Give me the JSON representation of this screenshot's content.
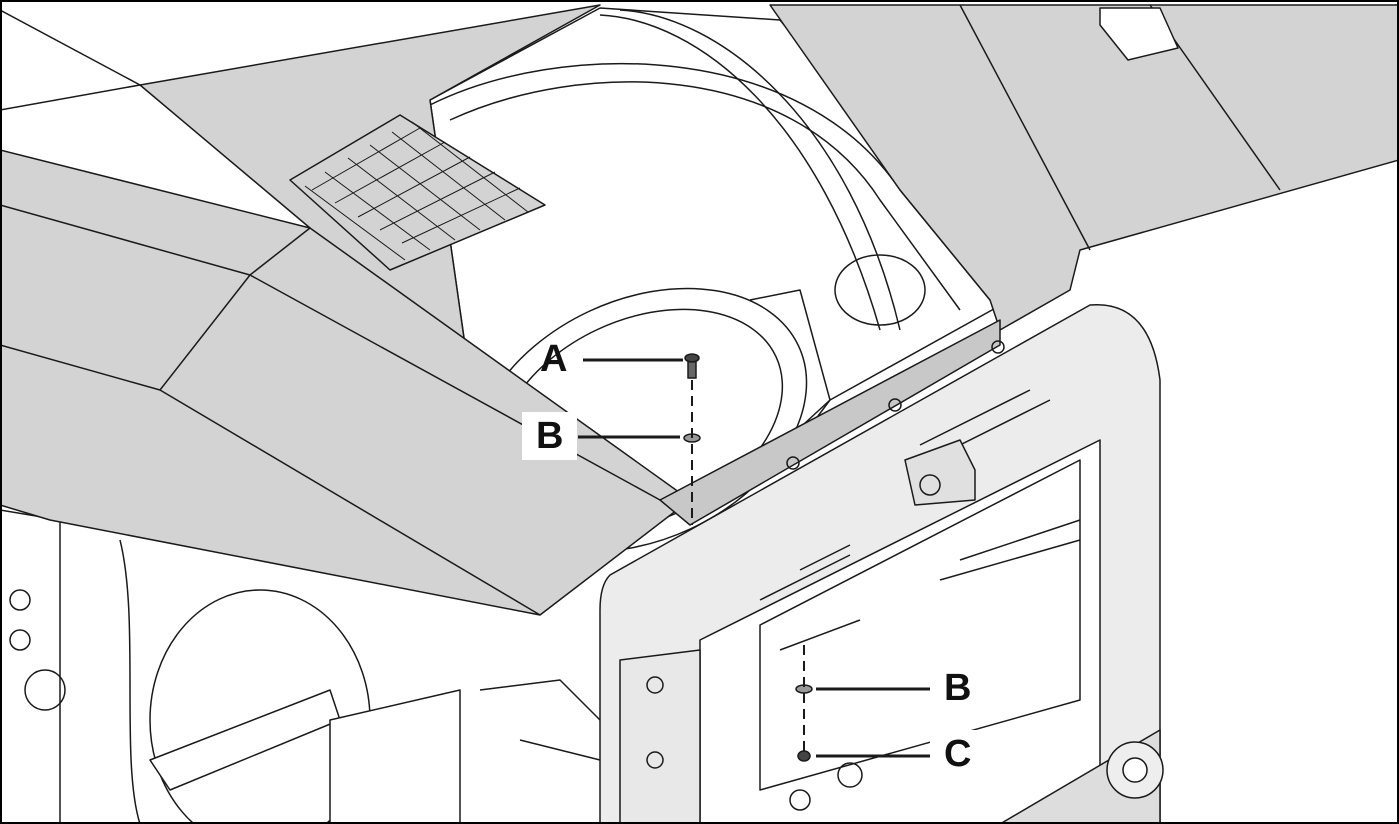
{
  "figure": {
    "callouts": [
      {
        "id": "A",
        "label": "A"
      },
      {
        "id": "B-upper",
        "label": "B"
      },
      {
        "id": "B-lower",
        "label": "B"
      },
      {
        "id": "C",
        "label": "C"
      }
    ],
    "colors": {
      "panel": "#d3d3d3",
      "frame": "#ececec",
      "line": "#1a1a1a"
    }
  }
}
